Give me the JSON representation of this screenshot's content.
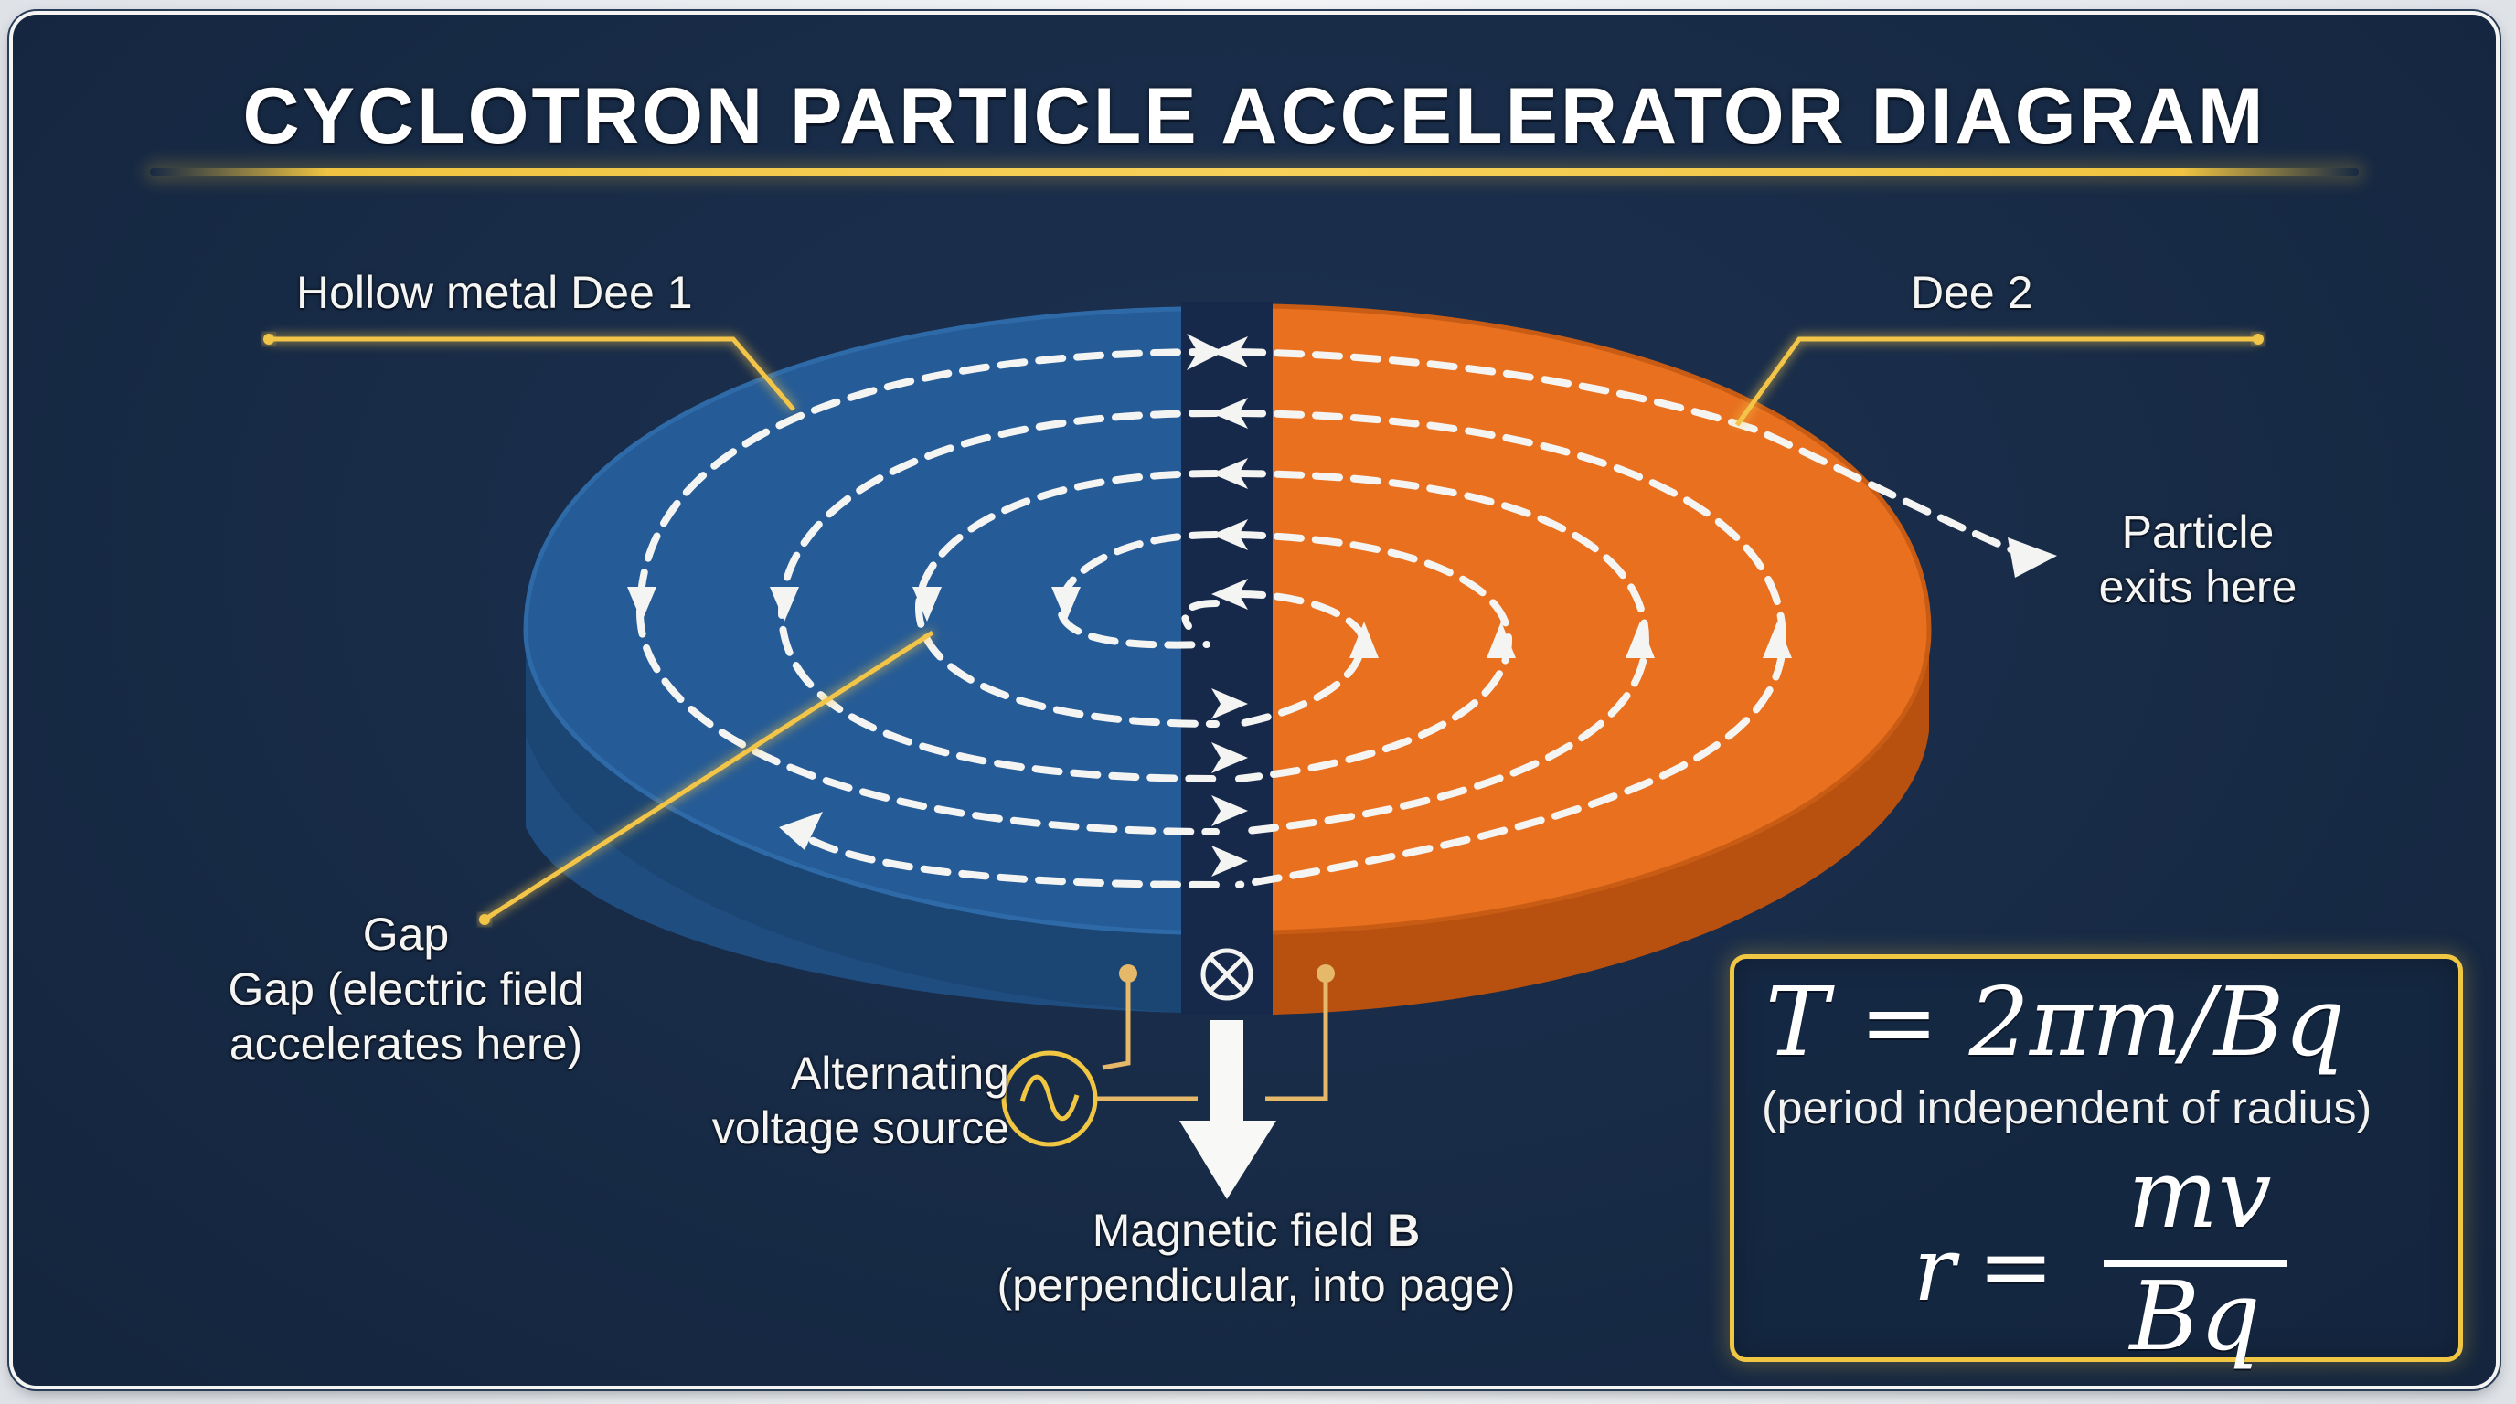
{
  "title": "CYCLOTRON PARTICLE ACCELERATOR DIAGRAM",
  "colors": {
    "background": "#172a45",
    "dee1": "#245a94",
    "dee2": "#e76b1c",
    "accent_gold": "#f0c442",
    "path_white": "#f4f4f2",
    "wire": "#e6b86a"
  },
  "labels": {
    "dee1": "Hollow metal Dee 1",
    "dee2": "Dee 2",
    "exit_line1": "Particle",
    "exit_line2": "exits here",
    "gap_short": "Gap",
    "gap_line1": "Gap (electric field",
    "gap_line2": "accelerates here)",
    "source_line1": "Alternating",
    "source_line2": "voltage source",
    "field_line1": "Magnetic field ",
    "field_symbol": "B",
    "field_line2": "(perpendicular, into page)"
  },
  "symbols": {
    "field_into_page": "⊗",
    "ac_source": "~"
  },
  "formulas": {
    "period_lhs": "T",
    "period_eq": "=",
    "period_rhs": "2πm/Bq",
    "period_note": "(period independent of radius)",
    "radius_lhs": "r",
    "radius_eq": "=",
    "radius_num": "mv",
    "radius_den": "Bq"
  }
}
